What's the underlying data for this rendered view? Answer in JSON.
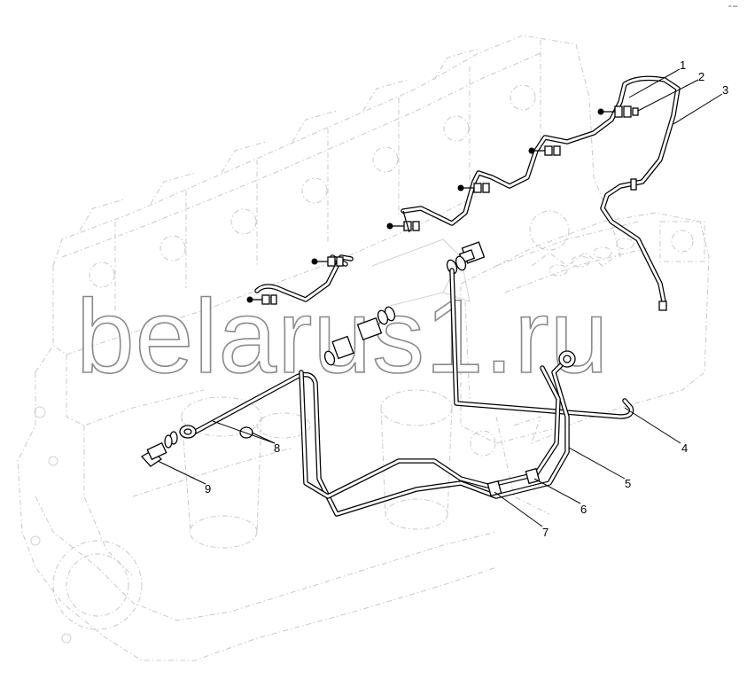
{
  "diagram": {
    "watermark": "belarus1.ru",
    "corner_mark": "ᵃᶜ ᵉᶝᶝ",
    "callouts": [
      {
        "id": 1,
        "label": "1"
      },
      {
        "id": 2,
        "label": "2"
      },
      {
        "id": 3,
        "label": "3"
      },
      {
        "id": 4,
        "label": "4"
      },
      {
        "id": 5,
        "label": "5"
      },
      {
        "id": 6,
        "label": "6"
      },
      {
        "id": 7,
        "label": "7"
      },
      {
        "id": 8,
        "label": "8"
      },
      {
        "id": 9,
        "label": "9"
      }
    ]
  }
}
